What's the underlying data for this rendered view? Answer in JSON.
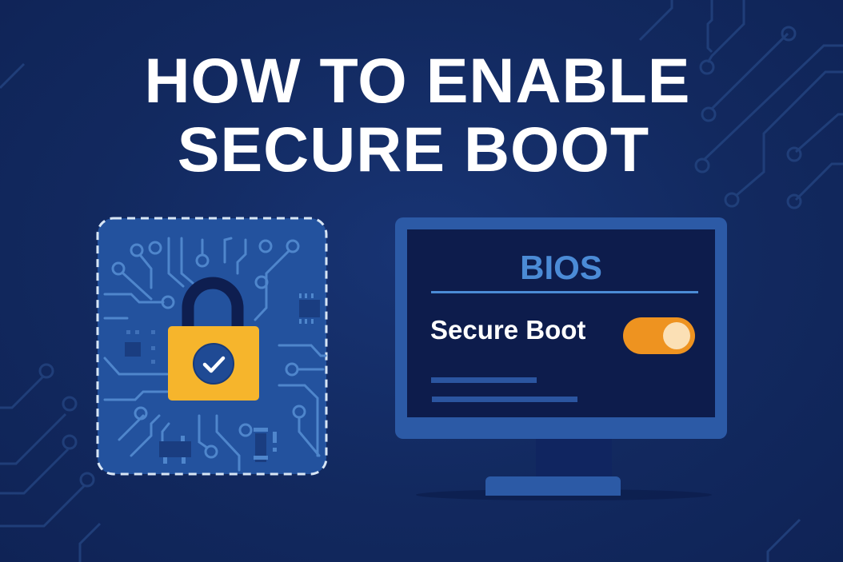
{
  "title": {
    "line1": "HOW TO ENABLE",
    "line2": "SECURE BOOT"
  },
  "illustration": {
    "chip": {
      "icon": "padlock-check-icon",
      "border_style": "dashed",
      "colors": {
        "board": "#23529e",
        "traces": "#4f86cc",
        "lock_body": "#f6b52c",
        "shackle": "#0e1e50",
        "check_circle": "#1f4a94",
        "check": "#ffffff",
        "dashed_border": "#d8e6f5"
      }
    },
    "monitor": {
      "screen_title": "BIOS",
      "setting_label": "Secure Boot",
      "toggle_state": "on",
      "colors": {
        "frame": "#2c5aa6",
        "screen": "#0d1c4c",
        "accent": "#4b8bd6",
        "toggle": "#ee9320",
        "knob": "#fbe0b5"
      }
    }
  },
  "colors": {
    "background": "#132a63",
    "title": "#ffffff",
    "bg_circuits": "#22417f"
  }
}
